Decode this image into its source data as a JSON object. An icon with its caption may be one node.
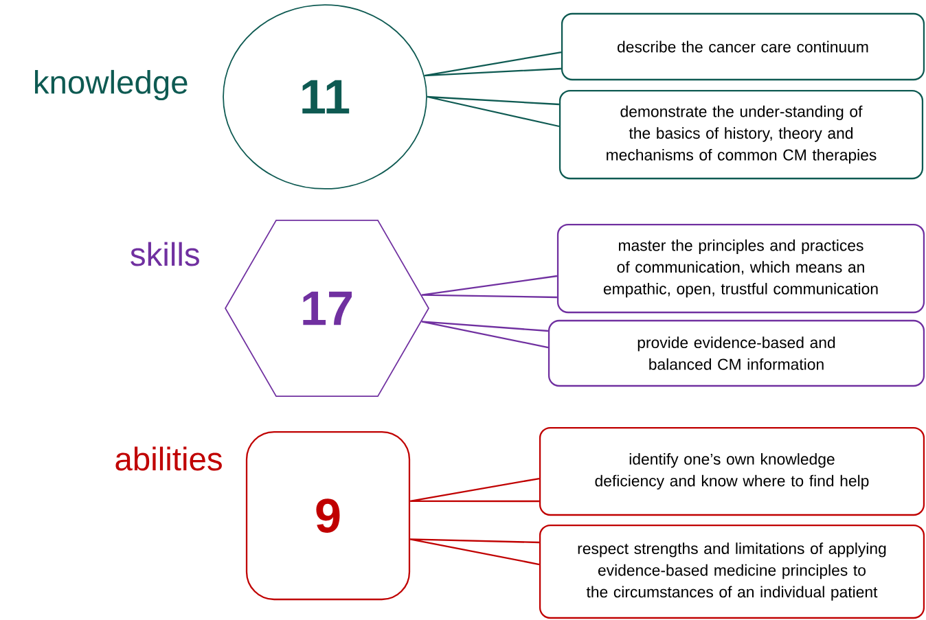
{
  "diagram": {
    "nodes": [
      {
        "text": [
          "11"
        ],
        "beside": [
          "knowledge"
        ]
      },
      {
        "text": [
          "describe the cancer care continuum"
        ]
      },
      {
        "text": [
          "demonstrate the under-standing of the basics of history, theory and mechanisms of common CM therapies"
        ]
      },
      {
        "text": [
          "17"
        ],
        "beside": [
          "skills"
        ]
      },
      {
        "text": [
          "master the principles and practices of communication, which means an empathic, open, trustful communication"
        ]
      },
      {
        "text": [
          "provide evidence-based and balanced CM information"
        ]
      },
      {
        "text": [
          "9"
        ],
        "beside": [
          "abilities"
        ]
      },
      {
        "text": [
          "identify one’s own knowledge deficiency and know where to find help"
        ]
      },
      {
        "text": [
          "respect strengths and limitations of applying evidence-based medicine principles to the circumstances of an individual patient"
        ]
      }
    ],
    "edges": [
      {
        "from": 1,
        "to": 0,
        "arrow": "none",
        "color": "#0e5a52"
      },
      {
        "from": 2,
        "to": 0,
        "arrow": "none",
        "color": "#0e5a52"
      },
      {
        "from": 4,
        "to": 3,
        "arrow": "none",
        "color": "#7030a0"
      },
      {
        "from": 5,
        "to": 3,
        "arrow": "none",
        "color": "#7030a0"
      },
      {
        "from": 7,
        "to": 6,
        "arrow": "none",
        "color": "#c00000"
      },
      {
        "from": 8,
        "to": 6,
        "arrow": "none",
        "color": "#c00000"
      }
    ]
  }
}
